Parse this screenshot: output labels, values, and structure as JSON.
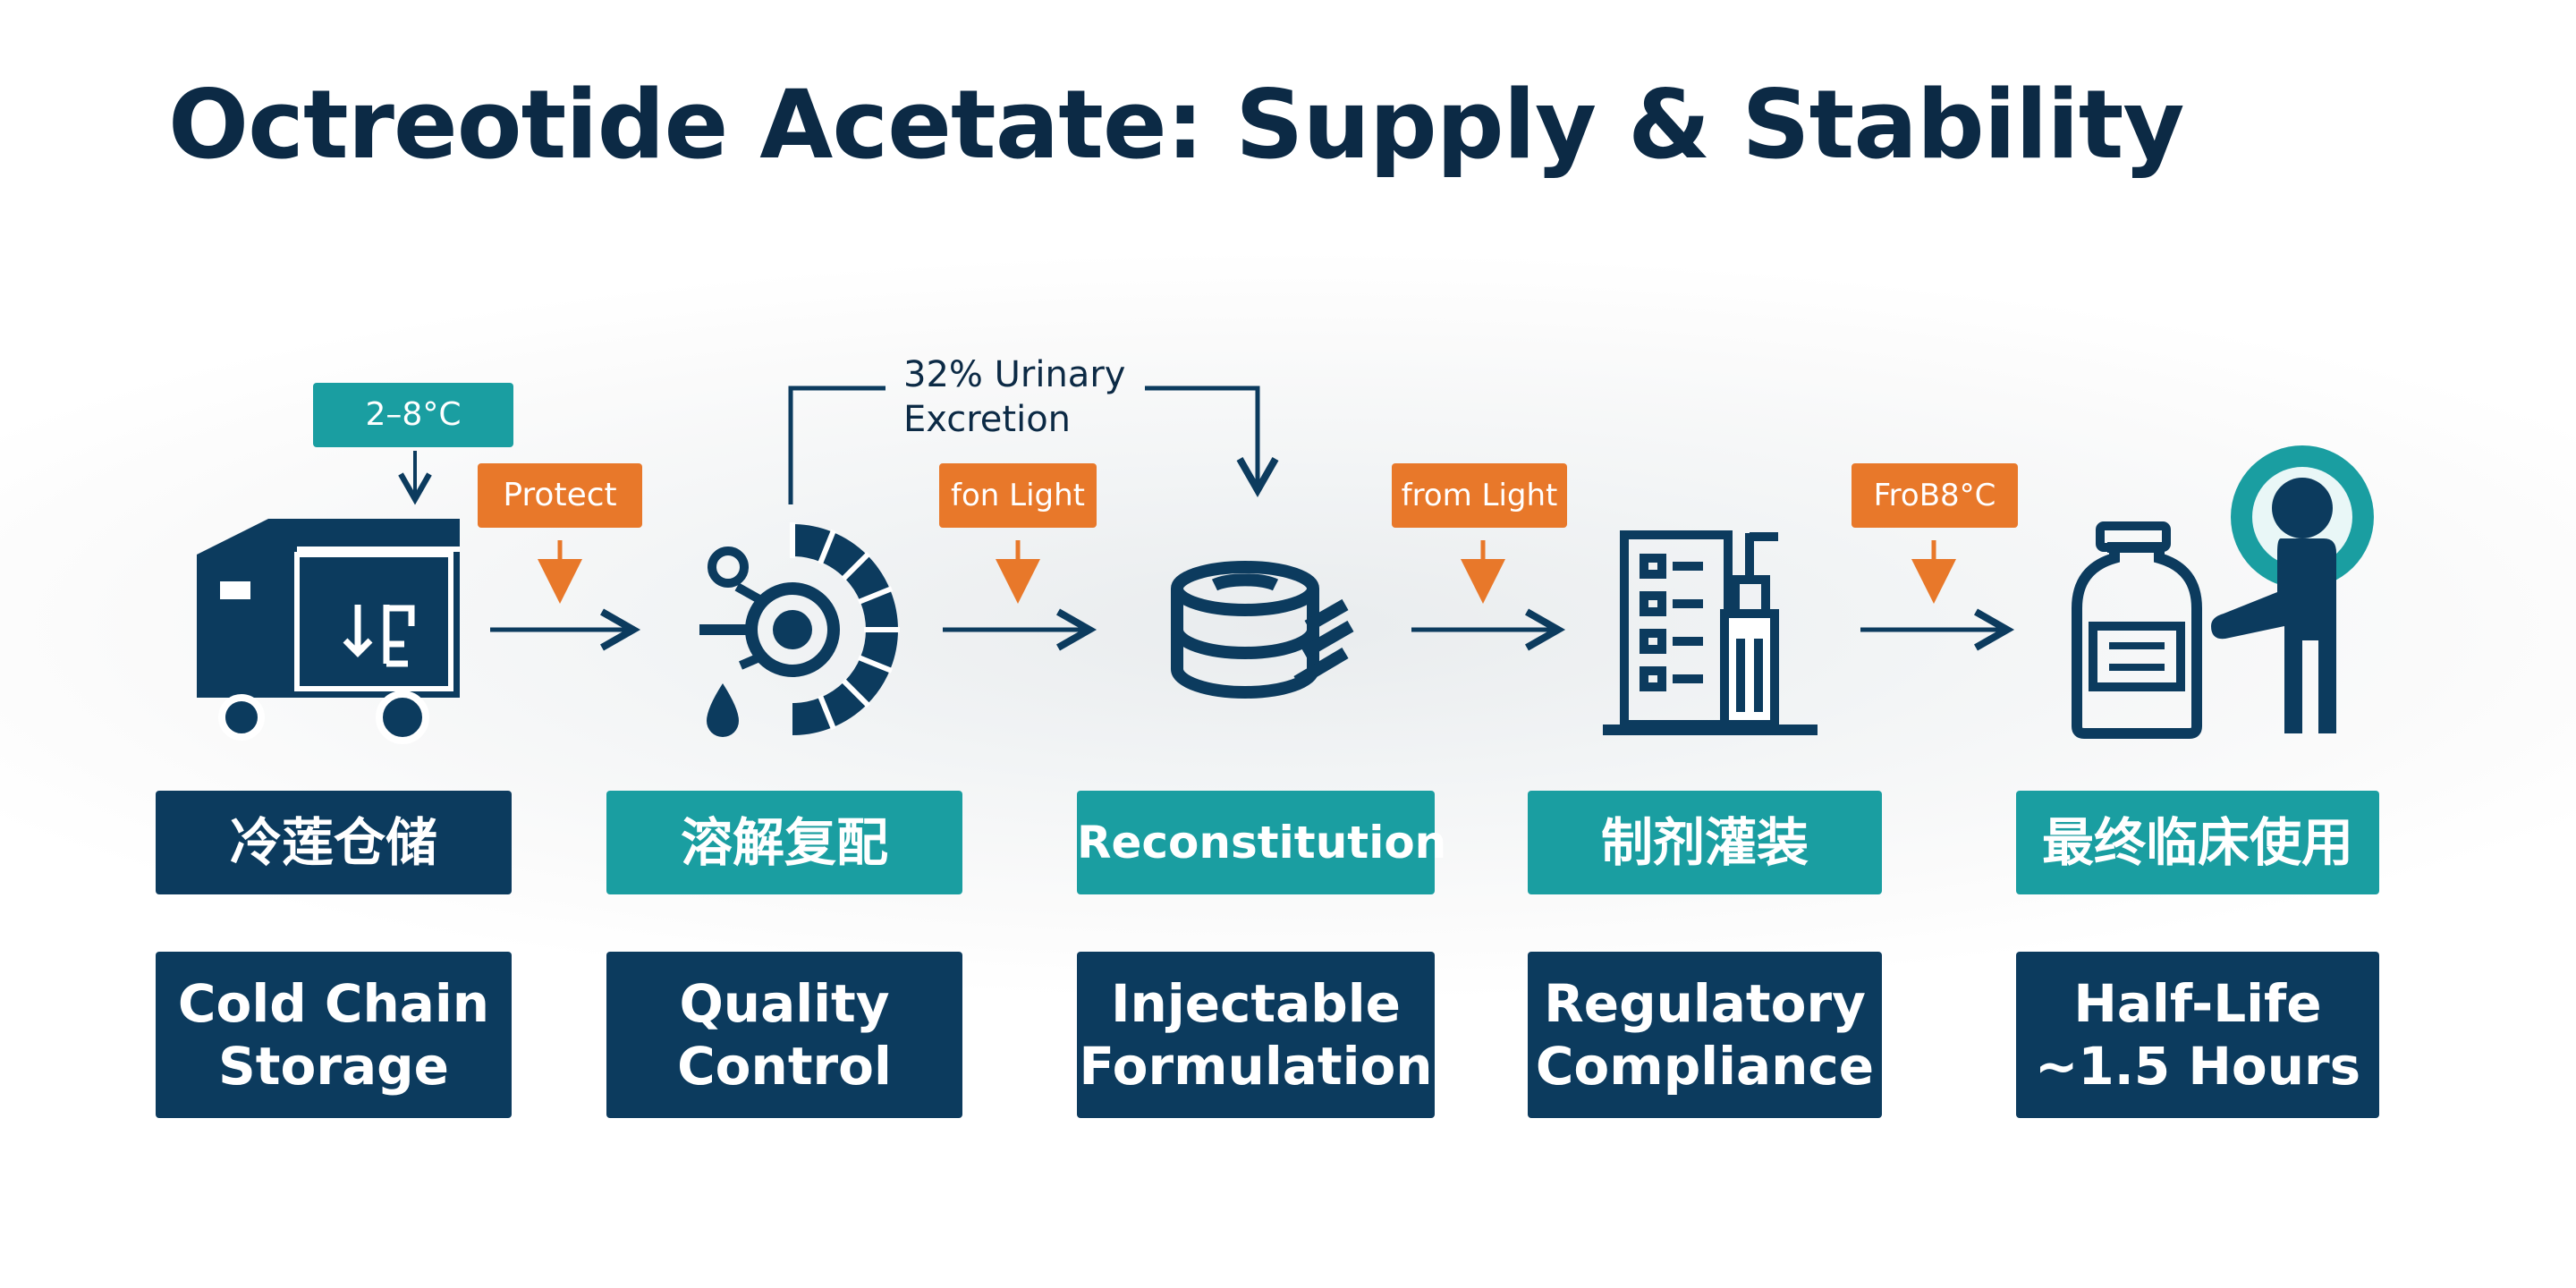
{
  "title": "Octreotide Acetate: Supply & Stability",
  "note": {
    "line1": "32% Urinary",
    "line2": "Excretion"
  },
  "tags": {
    "temp": "2–8°C",
    "protect": "Protect",
    "light1": "fon Light",
    "light2": "from Light",
    "temp2": "FroB8°C"
  },
  "stages": [
    {
      "icon": "truck-icon",
      "cn": "冷莲仓储",
      "en1": "Cold Chain",
      "en2": "Storage"
    },
    {
      "icon": "quality-wheel-icon",
      "cn": "溶解复配",
      "en1": "Quality",
      "en2": "Control"
    },
    {
      "icon": "dissolving-disc-icon",
      "cn": "Reconstitution",
      "en1": "Injectable",
      "en2": "Formulation"
    },
    {
      "icon": "checklist-bottle-icon",
      "cn": "制剂灌装",
      "en1": "Regulatory",
      "en2": "Compliance"
    },
    {
      "icon": "patient-vial-icon",
      "cn": "最终临床使用",
      "en1": "Half-Life",
      "en2": "~1.5 Hours"
    }
  ],
  "colors": {
    "navy": "#0c3b5e",
    "teal": "#1a9ea1",
    "orange": "#e8782a",
    "title": "#0c2a45"
  }
}
